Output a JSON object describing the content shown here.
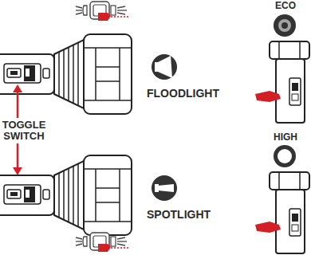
{
  "diagram": {
    "labels": [
      "TOGGLE SWITCH",
      "FLOODLIGHT",
      "SPOTLIGHT",
      "ECO",
      "HIGH"
    ]
  }
}
